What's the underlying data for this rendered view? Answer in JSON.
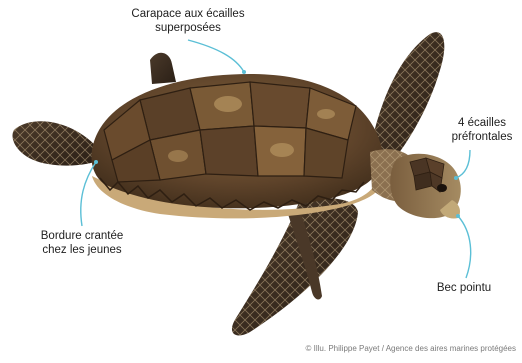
{
  "labels": {
    "carapace": {
      "line1": "Carapace aux écailles",
      "line2": "superposées"
    },
    "prefrontal": {
      "line1": "4 écailles",
      "line2": "préfrontales"
    },
    "bordure": {
      "line1": "Bordure crantée",
      "line2": "chez les jeunes"
    },
    "bec": {
      "line1": "Bec pointu"
    }
  },
  "credit": "© Illu. Philippe Payet / Agence des aires marines protégées",
  "colors": {
    "leader_line": "#5bbfd6",
    "shell_dark": "#3b2a1c",
    "shell_mid": "#6e4f30",
    "shell_light": "#b08a55",
    "skin_dark": "#2c2118",
    "skin_light": "#9b7f5b"
  }
}
